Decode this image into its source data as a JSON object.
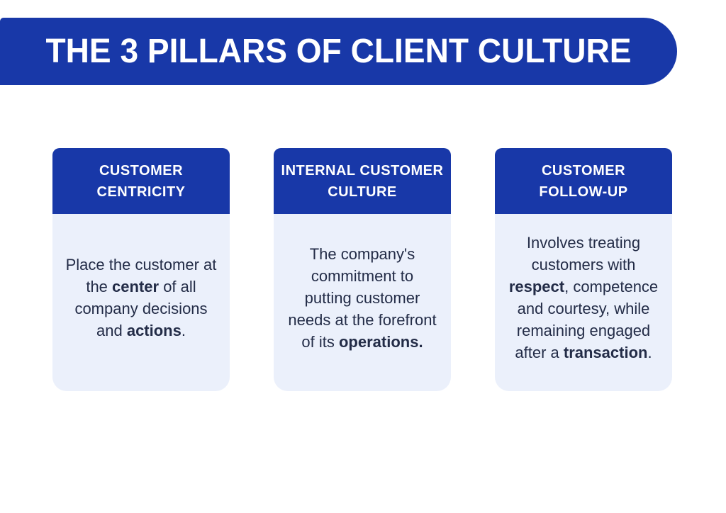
{
  "colors": {
    "banner_blue": "#1838A8",
    "card_body_bg": "#EBF0FB",
    "body_text": "#232C47",
    "title_text": "#FFFFFF"
  },
  "banner": {
    "title": "THE 3 PILLARS OF CLIENT CULTURE"
  },
  "cards": [
    {
      "header": "CUSTOMER\nCENTRICITY",
      "body": [
        {
          "text": "Place the customer at\nthe ",
          "bold": false
        },
        {
          "text": "center",
          "bold": true
        },
        {
          "text": " of all\ncompany decisions\nand ",
          "bold": false
        },
        {
          "text": "actions",
          "bold": true
        },
        {
          "text": ".",
          "bold": false
        }
      ]
    },
    {
      "header": "INTERNAL CUSTOMER\nCULTURE",
      "body": [
        {
          "text": "The company's\ncommitment to\nputting customer\nneeds at the forefront\nof its ",
          "bold": false
        },
        {
          "text": "operations.",
          "bold": true
        }
      ]
    },
    {
      "header": "CUSTOMER\nFOLLOW-UP",
      "body": [
        {
          "text": "Involves treating\ncustomers with\n",
          "bold": false
        },
        {
          "text": "respect",
          "bold": true
        },
        {
          "text": ", competence\nand courtesy, while\nremaining engaged\nafter a ",
          "bold": false
        },
        {
          "text": "transaction",
          "bold": true
        },
        {
          "text": ".",
          "bold": false
        }
      ]
    }
  ]
}
